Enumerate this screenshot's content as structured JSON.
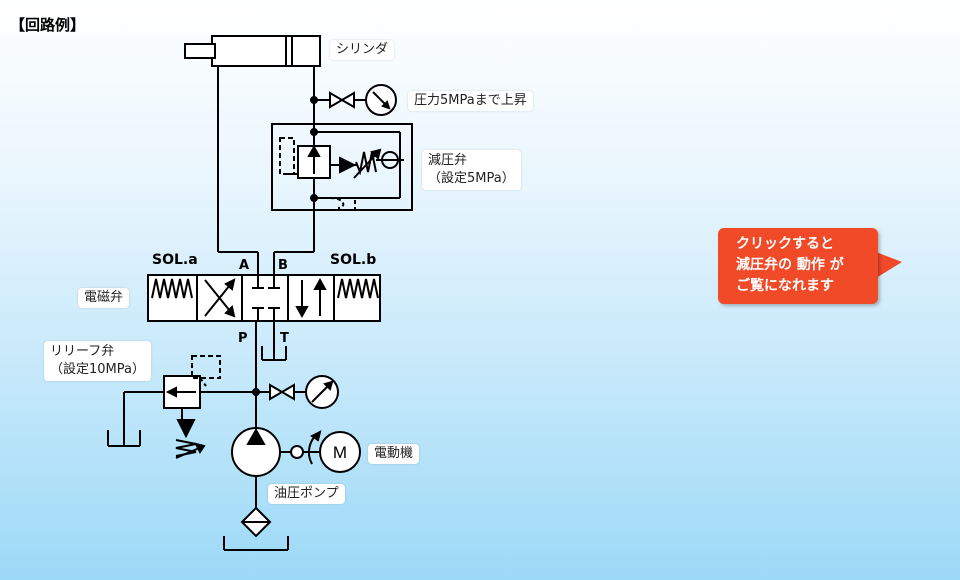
{
  "heading": "【回路例】",
  "labels": {
    "cylinder": "シリンダ",
    "gauge_top": "圧力5MPaまで上昇",
    "reducing_valve_1": "減圧弁",
    "reducing_valve_2": "（設定5MPa）",
    "solenoid_valve": "電磁弁",
    "relief_valve_1": "リリーフ弁",
    "relief_valve_2": "（設定10MPa）",
    "motor": "電動機",
    "pump": "油圧ポンプ",
    "motor_symbol": "M"
  },
  "ports": {
    "a": "A",
    "b": "B",
    "p": "P",
    "t": "T"
  },
  "solenoids": {
    "a": "SOL.a",
    "b": "SOL.b"
  },
  "callout": {
    "line1": "クリックすると",
    "line2": "減圧弁の 動作 が",
    "line3": "ご覧になれます"
  },
  "colors": {
    "callout": "#f04a28",
    "line": "#000000"
  }
}
